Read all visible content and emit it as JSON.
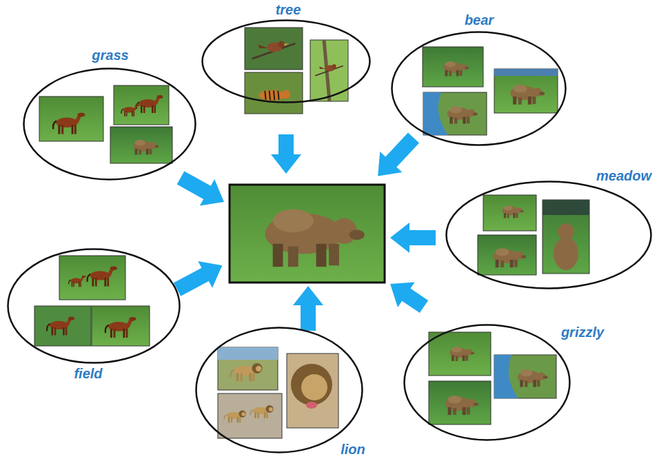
{
  "diagram": {
    "nodes": [
      {
        "text": [
          "tree"
        ]
      },
      {
        "text": [
          "bear"
        ]
      },
      {
        "text": [
          "grass"
        ]
      },
      {
        "text": [
          "meadow"
        ]
      },
      {
        "text": [
          "field"
        ]
      },
      {
        "text": [
          "grizzly"
        ]
      },
      {
        "text": [
          "lion"
        ]
      }
    ]
  }
}
